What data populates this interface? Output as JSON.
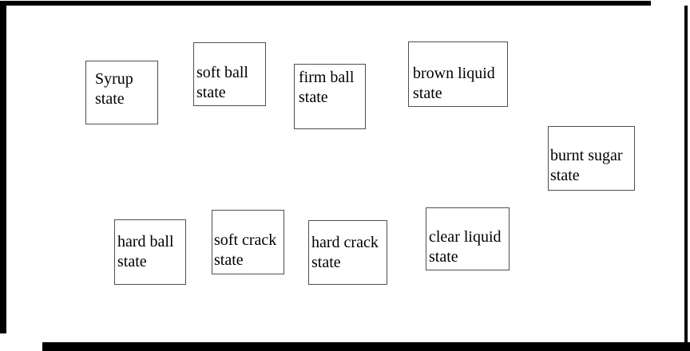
{
  "canvas": {
    "background_color": "#ffffff",
    "frame_color": "#000000",
    "box_border_color": "#4f4f4f",
    "text_color": "#000000"
  },
  "boxes": [
    {
      "line1": "Syrup",
      "line2": "state",
      "label": "Syrup state"
    },
    {
      "line1": "soft ball",
      "line2": "state",
      "label": "soft ball state"
    },
    {
      "line1": "firm ball",
      "line2": "state",
      "label": "firm ball state"
    },
    {
      "line1": "brown liquid",
      "line2": "state",
      "label": "brown liquid state"
    },
    {
      "line1": "burnt sugar",
      "line2": "state",
      "label": "burnt sugar state"
    },
    {
      "line1": "hard ball",
      "line2": "state",
      "label": "hard ball state"
    },
    {
      "line1": "soft crack",
      "line2": "state",
      "label": "soft crack state"
    },
    {
      "line1": "hard crack",
      "line2": "state",
      "label": "hard crack state"
    },
    {
      "line1": "clear liquid",
      "line2": "state",
      "label": "clear liquid state"
    }
  ]
}
